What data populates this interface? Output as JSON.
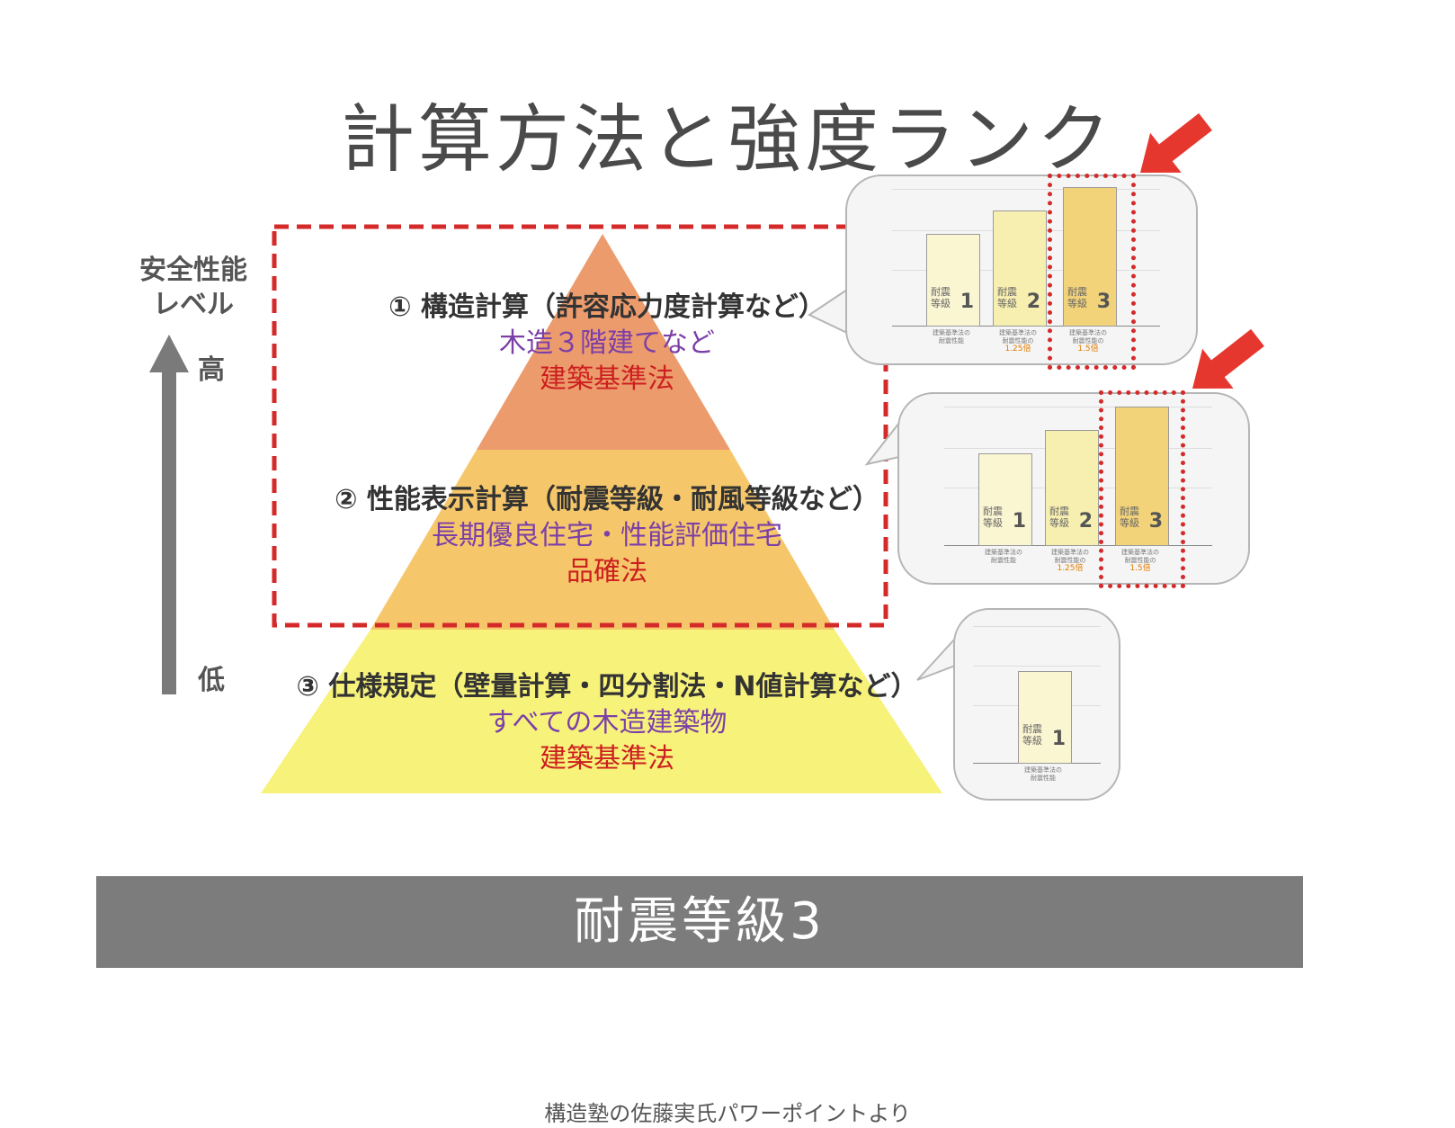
{
  "title": "計算方法と強度ランク",
  "axis": {
    "label_line1": "安全性能",
    "label_line2": "レベル",
    "high": "高",
    "low": "低"
  },
  "levels": [
    {
      "head": "① 構造計算（許容応力度計算など）",
      "sub": "木造３階建てなど",
      "law": "建築基準法"
    },
    {
      "head": "② 性能表示計算（耐震等級・耐風等級など）",
      "sub": "長期優良住宅・性能評価住宅",
      "law": "品確法"
    },
    {
      "head": "③ 仕様規定（壁量計算・四分割法・N値計算など）",
      "sub": "すべての木造建築物",
      "law": "建築基準法"
    }
  ],
  "bar_label_line1": "耐震",
  "bar_label_line2": "等級",
  "bubbles": [
    {
      "bars": [
        {
          "num": "1",
          "cap1": "建築基準法の",
          "cap2": "耐震性能",
          "mult": ""
        },
        {
          "num": "2",
          "cap1": "建築基準法の",
          "cap2": "耐震性能の",
          "mult": "1.25倍"
        },
        {
          "num": "3",
          "cap1": "建築基準法の",
          "cap2": "耐震性能の",
          "mult": "1.5倍"
        }
      ]
    },
    {
      "bars": [
        {
          "num": "1",
          "cap1": "建築基準法の",
          "cap2": "耐震性能",
          "mult": ""
        },
        {
          "num": "2",
          "cap1": "建築基準法の",
          "cap2": "耐震性能の",
          "mult": "1.25倍"
        },
        {
          "num": "3",
          "cap1": "建築基準法の",
          "cap2": "耐震性能の",
          "mult": "1.5倍"
        }
      ]
    },
    {
      "bars": [
        {
          "num": "1",
          "cap1": "建築基準法の",
          "cap2": "耐震性能",
          "mult": ""
        }
      ]
    }
  ],
  "banner": "耐震等級3",
  "credit": "構造塾の佐藤実氏パワーポイントより",
  "colors": {
    "top": "#ec9b6c",
    "mid": "#f6c76a",
    "bottom": "#f7f27a",
    "dash": "#d42a2a",
    "arrow": "#e6372f",
    "banner": "#7c7c7c"
  }
}
